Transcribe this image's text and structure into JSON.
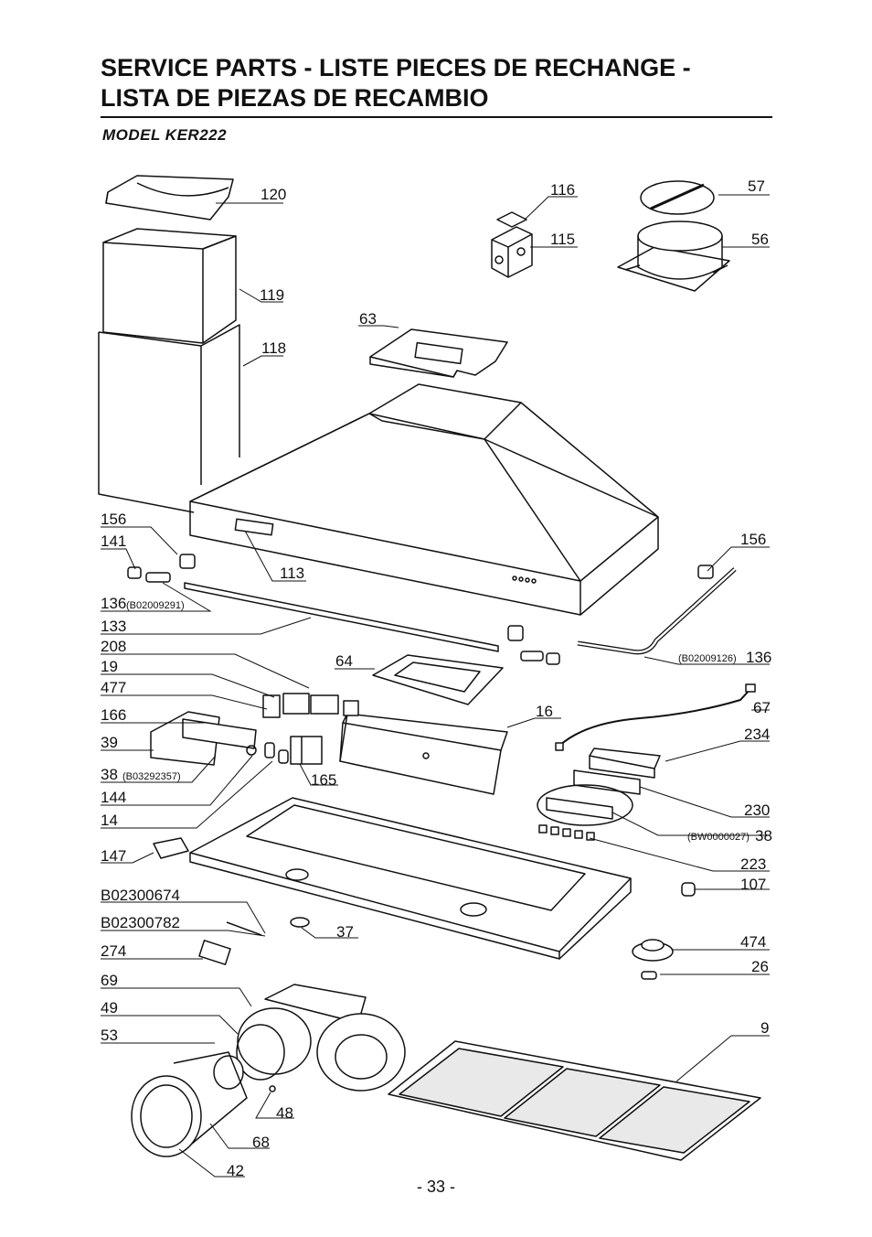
{
  "header": {
    "title_line1": "SERVICE PARTS - LISTE PIECES DE RECHANGE -",
    "title_line2": "LISTA DE PIEZAS DE RECAMBIO",
    "model": "MODEL  KER222"
  },
  "labels": {
    "p120": "120",
    "p116": "116",
    "p115": "115",
    "p57": "57",
    "p56": "56",
    "p119": "119",
    "p118": "118",
    "p63": "63",
    "p156a": "156",
    "p141": "141",
    "p113": "113",
    "p156b": "156",
    "p136a": "136",
    "p136a_code": "(B02009291)",
    "p133": "133",
    "p208": "208",
    "p19": "19",
    "p477": "477",
    "p64": "64",
    "p136b": "136",
    "p136b_code": "(B02009126)",
    "p67": "67",
    "p166": "166",
    "p16": "16",
    "p234": "234",
    "p39": "39",
    "p38a": "38",
    "p38a_code": "(B03292357)",
    "p165": "165",
    "p144": "144",
    "p230": "230",
    "p14": "14",
    "p38b": "38",
    "p38b_code": "(BW0000027)",
    "p147": "147",
    "p223": "223",
    "p107": "107",
    "pB02300674": "B02300674",
    "pB02300782": "B02300782",
    "p37": "37",
    "p274": "274",
    "p474": "474",
    "p26": "26",
    "p69": "69",
    "p49": "49",
    "p53": "53",
    "p9": "9",
    "p48": "48",
    "p68": "68",
    "p42": "42"
  },
  "footer": {
    "page_number": "- 33 -"
  }
}
